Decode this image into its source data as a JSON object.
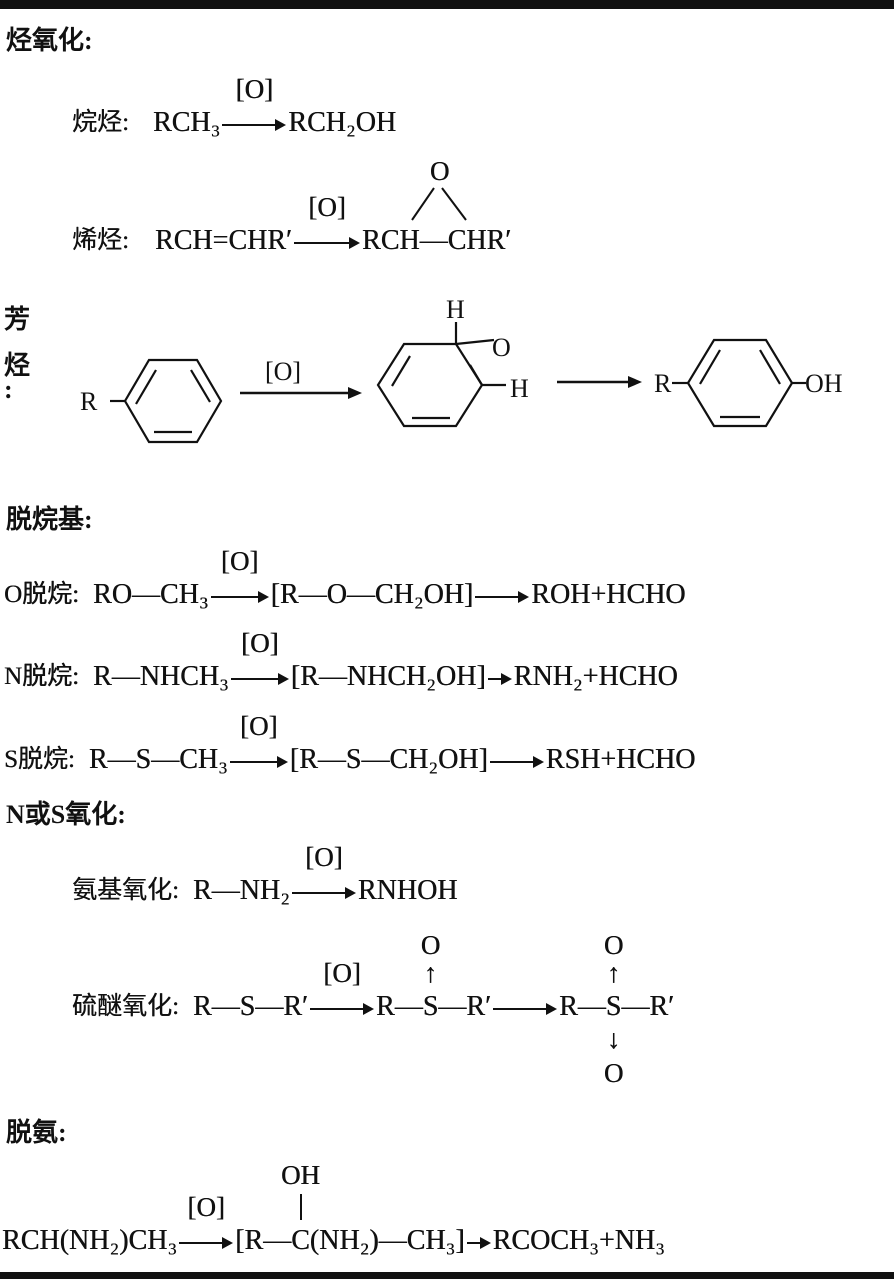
{
  "sections": {
    "hydrocarbon_oxidation": "烃氧化:",
    "dealkylation": "脱烷基:",
    "n_s_oxidation": "N或S氧化:",
    "deamination": "脱氨:"
  },
  "reagent": "[O]",
  "alkane": {
    "label": "烷烃:",
    "reactant": "RCH₃",
    "product": "RCH₂OH"
  },
  "alkene": {
    "label": "烯烃:",
    "reactant": "RCH=CHR′",
    "product": "RCH—CHR′",
    "epoxide_o": "O"
  },
  "aromatic": {
    "label_chars": [
      "芳",
      "烃",
      ":"
    ],
    "substituent": "R",
    "epoxide_h1": "H",
    "epoxide_o": "O",
    "epoxide_h2": "H",
    "product_r": "R",
    "product_oh": "OH"
  },
  "o_dealkyl": {
    "label": "O脱烷:",
    "reactant": "RO—CH₃",
    "intermediate": "[R—O—CH₂OH]",
    "product": "ROH+HCHO"
  },
  "n_dealkyl": {
    "label": "N脱烷:",
    "reactant": "R—NHCH₃",
    "intermediate": "[R—NHCH₂OH]",
    "product": "RNH₂+HCHO"
  },
  "s_dealkyl": {
    "label": "S脱烷:",
    "reactant": "R—S—CH₃",
    "intermediate": "[R—S—CH₂OH]",
    "product": "RSH+HCHO"
  },
  "amino_ox": {
    "label": "氨基氧化:",
    "reactant": "R—NH₂",
    "product": "RNHOH"
  },
  "thioether_ox": {
    "label": "硫醚氧化:",
    "reactant": "R—S—R′",
    "sulfoxide_left": "R—",
    "sulfoxide_s": "S",
    "sulfoxide_right": "—R′",
    "sulfoxide_o": "O",
    "sulfone_left": "R—",
    "sulfone_s": "S",
    "sulfone_right": "—R′",
    "sulfone_o_top": "O",
    "sulfone_o_bottom": "O",
    "up_arrow": "↑",
    "down_arrow": "↓"
  },
  "deamination_rxn": {
    "reactant": "RCH(NH₂)CH₃",
    "intermediate_left": "[R—",
    "intermediate_c": "C",
    "intermediate_right": "(NH₂)—CH₃]",
    "oh": "OH",
    "product": "RCOCH₃+NH₃"
  }
}
